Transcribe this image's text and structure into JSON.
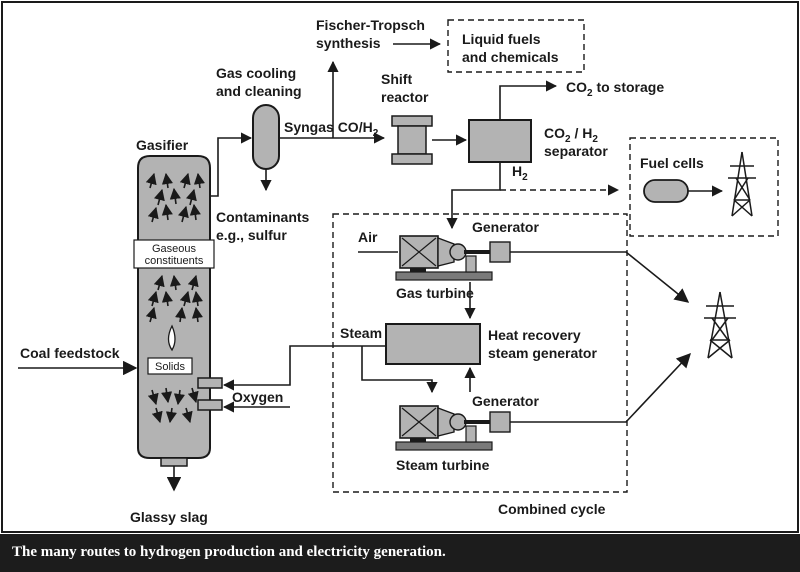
{
  "labels": {
    "fischer_tropsch_1": "Fischer-Tropsch",
    "fischer_tropsch_2": "synthesis",
    "liquid_fuels_1": "Liquid fuels",
    "liquid_fuels_2": "and chemicals",
    "gas_cooling_1": "Gas cooling",
    "gas_cooling_2": "and cleaning",
    "shift_reactor_1": "Shift",
    "shift_reactor_2": "reactor",
    "syngas": "Syngas CO/H",
    "syngas_sub": "2",
    "co2_storage_pre": "CO",
    "co2_storage_sub": "2",
    "co2_storage_post": " to storage",
    "separator_co": "CO",
    "separator_co_sub": "2",
    "separator_h": " / H",
    "separator_h_sub": "2",
    "separator_2": "separator",
    "h2": "H",
    "h2_sub": "2",
    "gasifier": "Gasifier",
    "fuel_cells": "Fuel cells",
    "contaminants_1": "Contaminants",
    "contaminants_2": "e.g., sulfur",
    "air": "Air",
    "generator_1": "Generator",
    "gaseous_1": "Gaseous",
    "gaseous_2": "constituents",
    "gas_turbine": "Gas turbine",
    "steam": "Steam",
    "heat_recovery_1": "Heat recovery",
    "heat_recovery_2": "steam generator",
    "coal_feedstock": "Coal feedstock",
    "solids": "Solids",
    "oxygen": "Oxygen",
    "generator_2": "Generator",
    "steam_turbine": "Steam turbine",
    "glassy_slag": "Glassy slag",
    "combined_cycle": "Combined cycle"
  },
  "caption": "The many routes to hydrogen production and electricity generation.",
  "colors": {
    "equipment_fill": "#b3b3b3",
    "stroke": "#1a1a1a",
    "caption_bg": "#1c1c1c"
  }
}
